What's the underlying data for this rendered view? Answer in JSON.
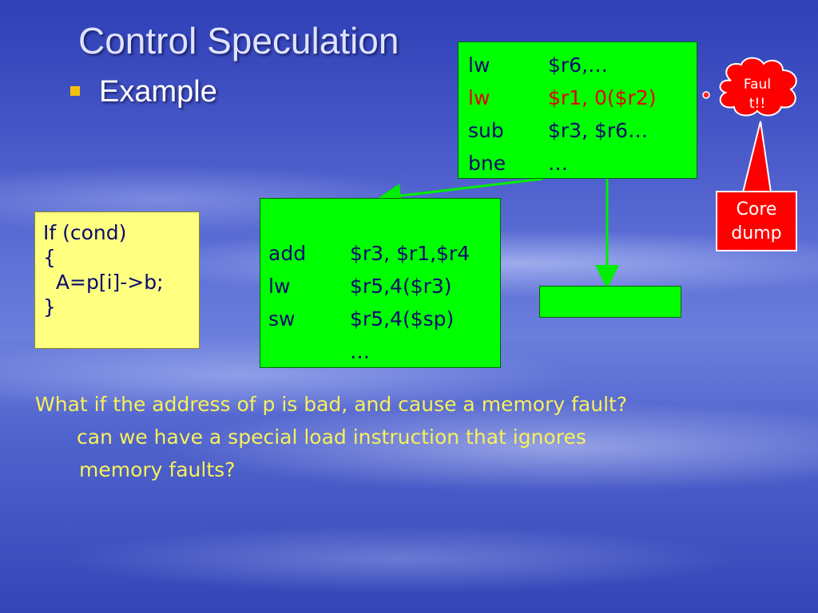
{
  "slide": {
    "title": "Control Speculation",
    "bullet": "Example"
  },
  "box_top": {
    "rows": [
      {
        "op": "lw",
        "args": "$r6,…"
      },
      {
        "op": "lw",
        "args": "$r1, 0($r2)"
      },
      {
        "op": "sub",
        "args": "$r3, $r6…"
      },
      {
        "op": "bne",
        "args": "…"
      }
    ]
  },
  "box_mid": {
    "rows": [
      {
        "op": "add",
        "args": "$r3, $r1,$r4"
      },
      {
        "op": "lw",
        "args": "$r5,4($r3)"
      },
      {
        "op": "sw",
        "args": "$r5,4($sp)"
      },
      {
        "op": "",
        "args": "…"
      }
    ]
  },
  "code_box": {
    "lines": [
      "If (cond)",
      "{",
      "  A=p[i]->b;",
      "}"
    ]
  },
  "fault_cloud": {
    "line1": "Faul",
    "line2": "t!!"
  },
  "core_dump": {
    "line1": "Core",
    "line2": "dump"
  },
  "question": {
    "line1": "What if the address of p is bad, and cause a memory fault?",
    "line2": "can we have a special load instruction that ignores",
    "line3": "memory faults?"
  },
  "colors": {
    "box_green": "#00ff00",
    "code_yellow": "#ffff80",
    "alert_red": "#ff0000",
    "question_yellow": "#f8f05a"
  }
}
